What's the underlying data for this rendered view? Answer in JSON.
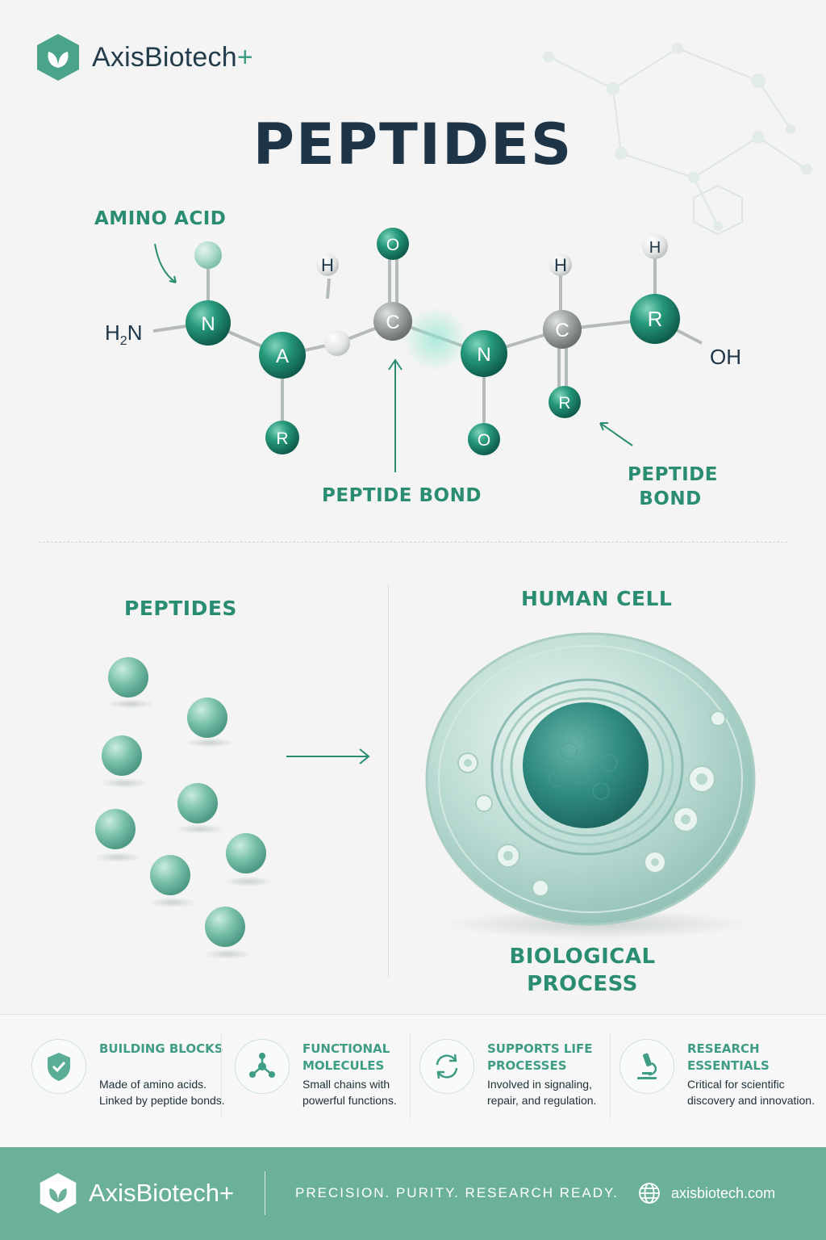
{
  "brand": {
    "name": "AxisBiotech",
    "plus": "+"
  },
  "title": "PEPTIDES",
  "molecule": {
    "amino_acid_label": "AMINO ACID",
    "h2n": "H",
    "h2n_sub": "2",
    "h2n_n": "N",
    "oh": "OH",
    "atoms": [
      "N",
      "A",
      "R",
      "H",
      "C",
      "O",
      "N",
      "O",
      "H",
      "C",
      "R",
      "H",
      "R"
    ],
    "peptide_bond_center": "PEPTIDE BOND",
    "peptide_bond_right_line1": "PEPTIDE",
    "peptide_bond_right_line2": "BOND"
  },
  "section": {
    "peptides_label": "PEPTIDES",
    "human_cell_label": "HUMAN CELL",
    "bio_process_line1": "BIOLOGICAL",
    "bio_process_line2": "PROCESS"
  },
  "features": [
    {
      "icon": "shield-check-icon",
      "title": "BUILDING BLOCKS",
      "desc": "Made of amino acids. Linked by peptide bonds."
    },
    {
      "icon": "molecule-icon",
      "title": "FUNCTIONAL MOLECULES",
      "desc": "Small chains with powerful functions."
    },
    {
      "icon": "cycle-arrows-icon",
      "title": "SUPPORTS LIFE PROCESSES",
      "desc": "Involved in signaling, repair, and regulation."
    },
    {
      "icon": "microscope-icon",
      "title": "RESEARCH ESSENTIALS",
      "desc": "Critical for scientific discovery and innovation."
    }
  ],
  "footer": {
    "brand": "AxisBiotech+",
    "tagline": "PRECISION. PURITY. RESEARCH READY.",
    "website": "axisbiotech.com"
  },
  "colors": {
    "teal": "#2a8d72",
    "dark": "#1e3447",
    "footer": "#6ab09a"
  }
}
